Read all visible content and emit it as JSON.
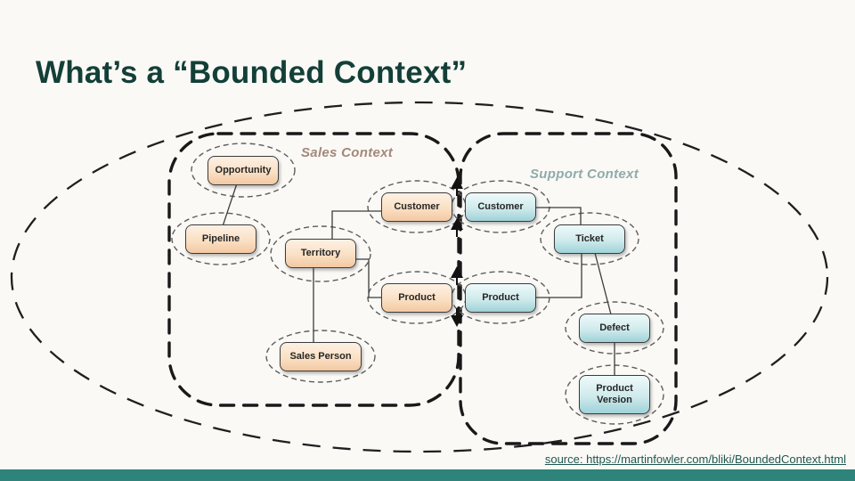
{
  "slide": {
    "title": "What’s a “Bounded Context”",
    "source_label": "source: https://martinfowler.com/bliki/BoundedContext.html"
  },
  "diagram": {
    "sales": {
      "label": "Sales Context",
      "entities": [
        "Opportunity",
        "Pipeline",
        "Territory",
        "Sales Person",
        "Customer",
        "Product"
      ]
    },
    "support": {
      "label": "Support Context",
      "entities": [
        "Customer",
        "Product",
        "Ticket",
        "Defect",
        "Product Version"
      ]
    }
  },
  "colors": {
    "accent_bar": "#2e837b",
    "title_text": "#133f37",
    "sales_box": "#f3c8a2",
    "support_box": "#9ed2d8",
    "sales_label": "#a3887a",
    "support_label": "#8fabab",
    "boundary_line": "#191919"
  }
}
